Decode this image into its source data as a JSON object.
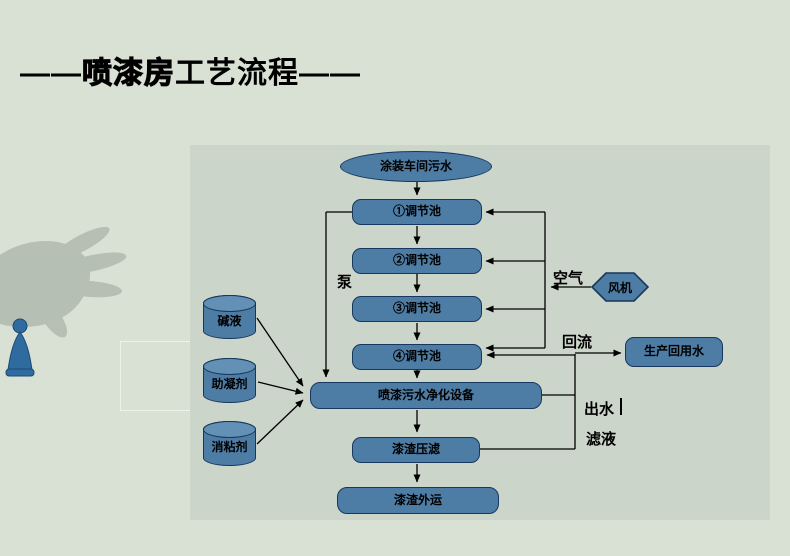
{
  "slide": {
    "title": {
      "prefix": "——",
      "strong": "喷漆房",
      "rest": "工艺流程",
      "suffix": "——"
    }
  },
  "diagram": {
    "nodes": {
      "source": "涂装车间污水",
      "pool1": "①调节池",
      "pool2": "②调节池",
      "pool3": "③调节池",
      "pool4": "④调节池",
      "purifier": "喷漆污水净化设备",
      "press": "漆渣压滤",
      "transport": "漆渣外运",
      "alkali": "碱液",
      "coagulant": "助凝剂",
      "detackifier": "消粘剂",
      "fan": "风机",
      "reuse": "生产回用水"
    },
    "labels": {
      "pump": "泵",
      "air": "空气",
      "reflux": "回流",
      "outlet": "出水",
      "filtrate": "滤液"
    },
    "colors": {
      "node_fill": "#4d7ca4",
      "node_border": "#17375e",
      "connector": "#000000",
      "panel_bg": "#ccd5c9",
      "page_bg": "#d9e1d4"
    }
  }
}
